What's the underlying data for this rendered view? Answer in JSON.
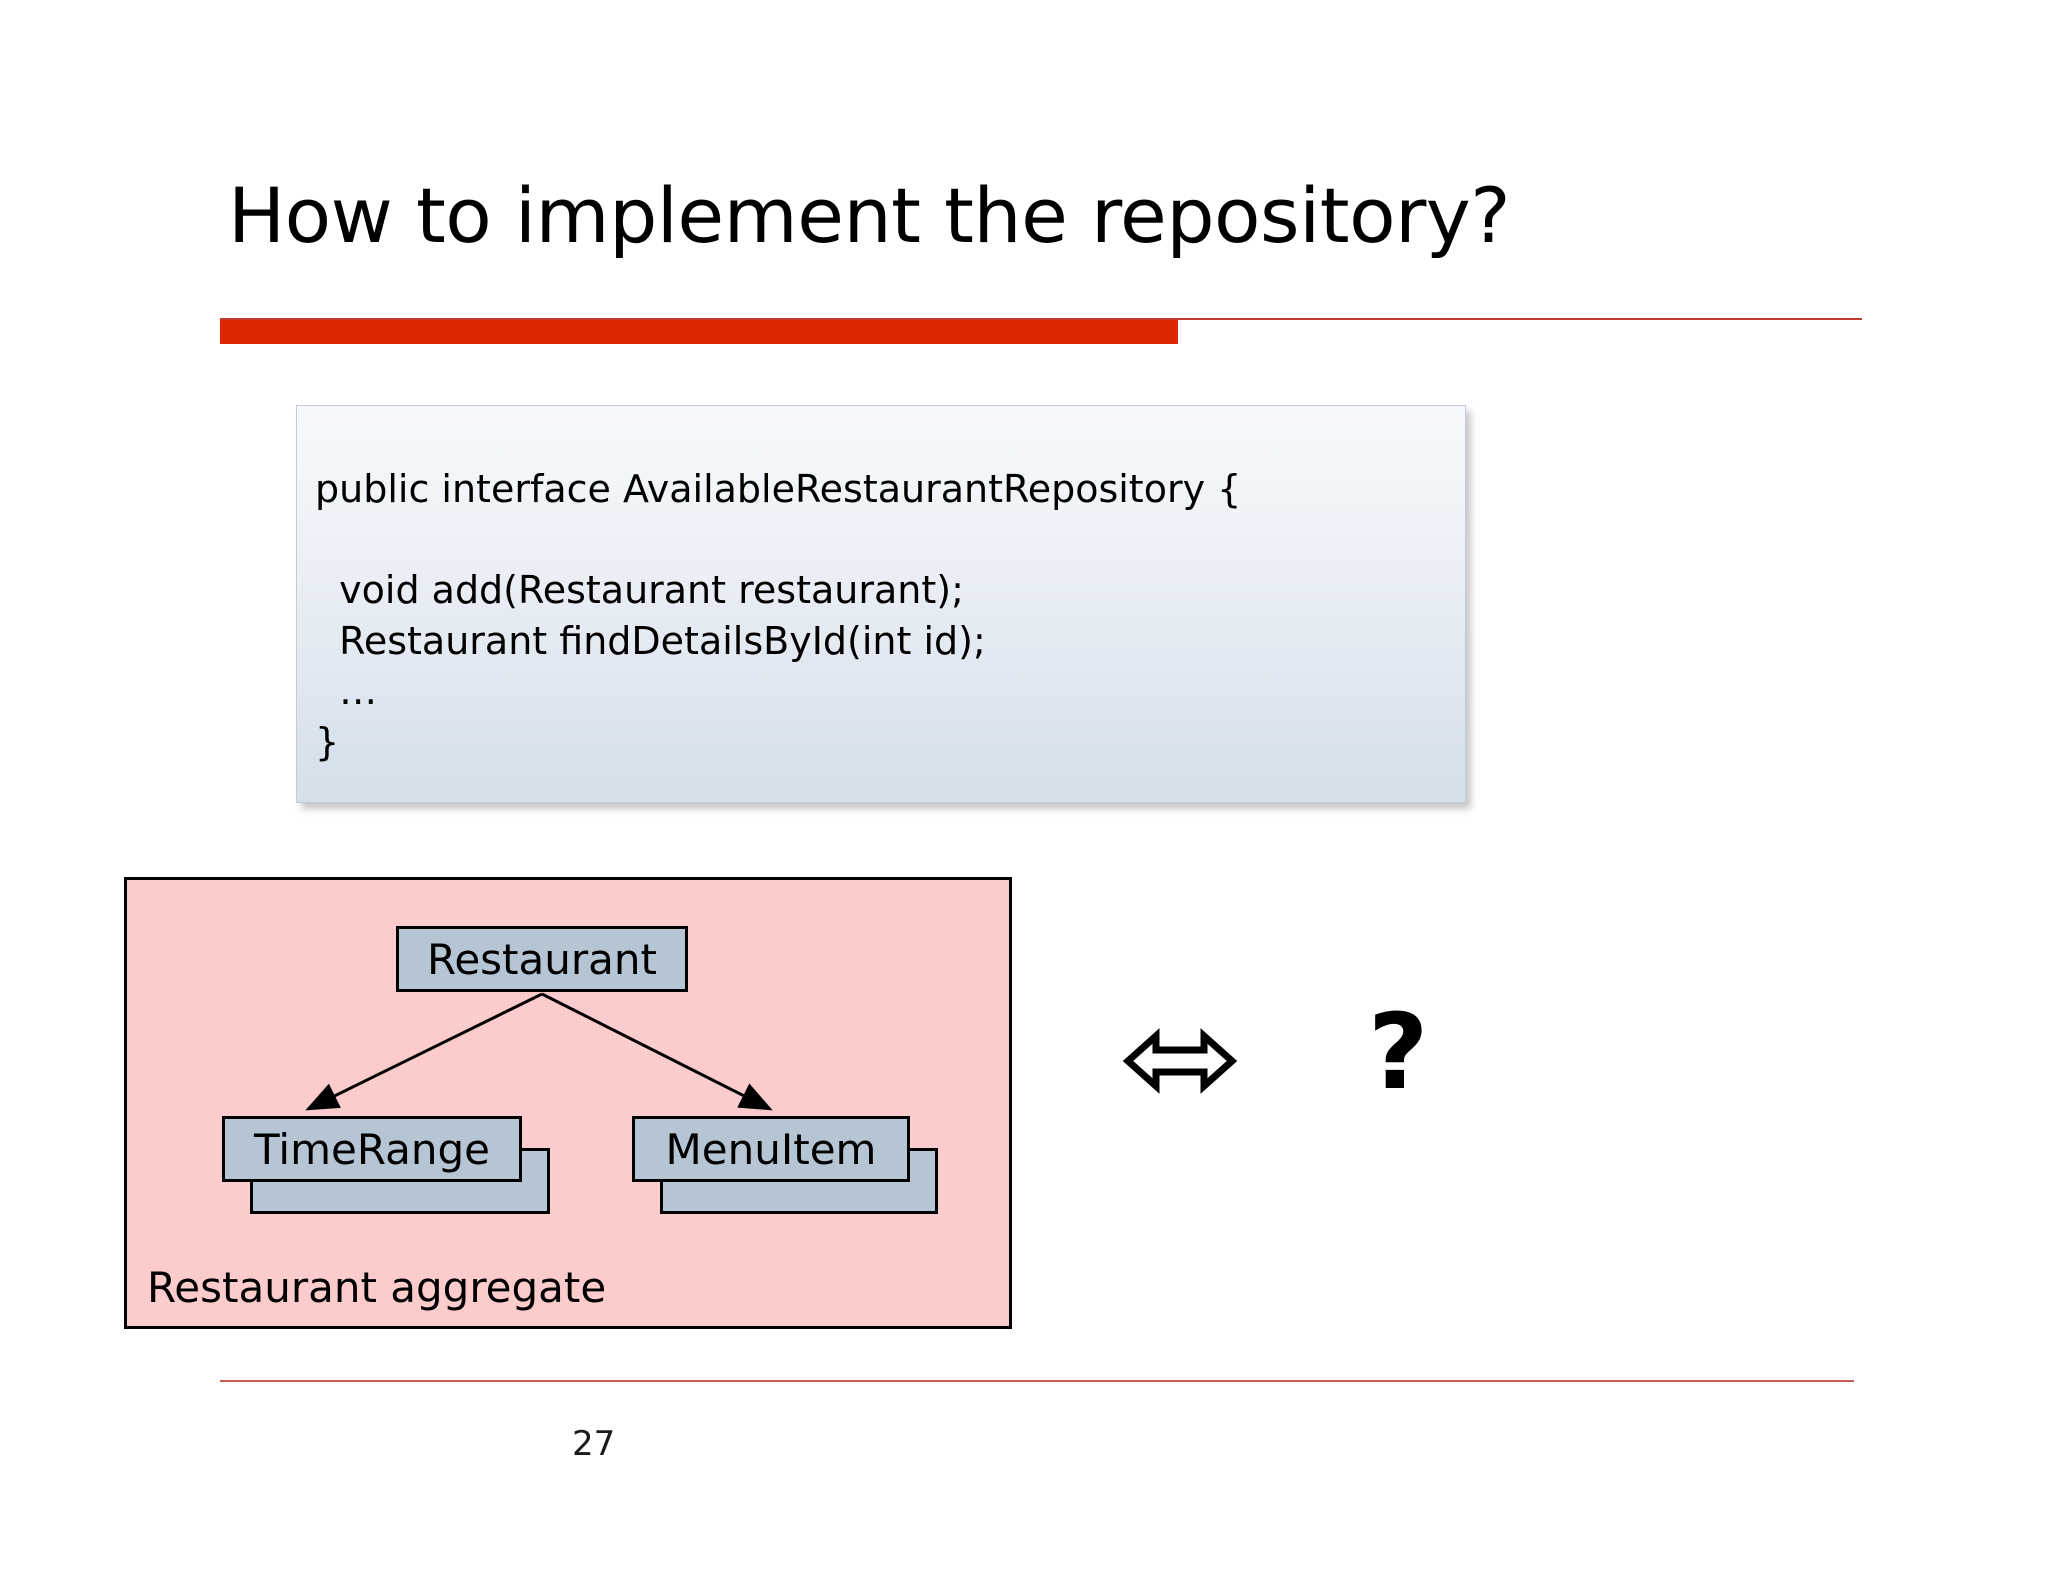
{
  "slide": {
    "title": "How to implement the repository?",
    "page_number": "27",
    "accent_color_thick": "#DB2503",
    "accent_color_thin": "#C0392B",
    "footer_rule_color": "#CD5C50",
    "background_color": "#FFFFFF"
  },
  "code_block": {
    "language_hint": "java",
    "text": "public interface AvailableRestaurantRepository {\n\n  void add(Restaurant restaurant);\n  Restaurant findDetailsById(int id);\n  …\n}",
    "lines": [
      "public interface AvailableRestaurantRepository {",
      "",
      "  void add(Restaurant restaurant);",
      "  Restaurant findDetailsById(int id);",
      "  …",
      "}"
    ],
    "background_top_color": "#F7F9FC",
    "background_bottom_color": "#D4DFEA",
    "border_color": "#C3CBD6"
  },
  "aggregate": {
    "label": "Restaurant aggregate",
    "panel_fill": "#FCCBCB",
    "panel_border": "#000000",
    "class_fill": "#B5C5D4",
    "class_border": "#000000",
    "root_class": "Restaurant",
    "child_classes": [
      {
        "name": "TimeRange",
        "stacked": true
      },
      {
        "name": "MenuItem",
        "stacked": true
      }
    ]
  },
  "symbols": {
    "equivalence_arrow": "left-right-double-arrow-icon",
    "question_mark": "?"
  }
}
